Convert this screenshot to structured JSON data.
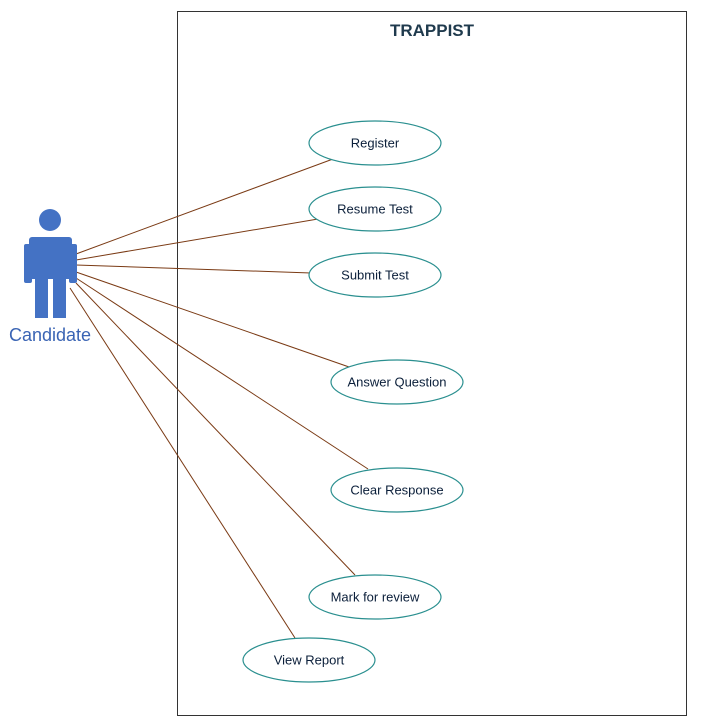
{
  "system": {
    "title": "TRAPPIST"
  },
  "actor": {
    "name": "Candidate",
    "icon": "person-icon",
    "color": "#4472c4"
  },
  "use_cases": [
    {
      "id": "register",
      "label": "Register"
    },
    {
      "id": "resume-test",
      "label": "Resume Test"
    },
    {
      "id": "submit-test",
      "label": "Submit Test"
    },
    {
      "id": "answer-question",
      "label": "Answer Question"
    },
    {
      "id": "clear-response",
      "label": "Clear Response"
    },
    {
      "id": "mark-for-review",
      "label": "Mark for review"
    },
    {
      "id": "view-report",
      "label": "View Report"
    }
  ],
  "colors": {
    "association_line": "#7a3a14",
    "use_case_border": "#2a8f8f",
    "title": "#1f3a4d"
  }
}
